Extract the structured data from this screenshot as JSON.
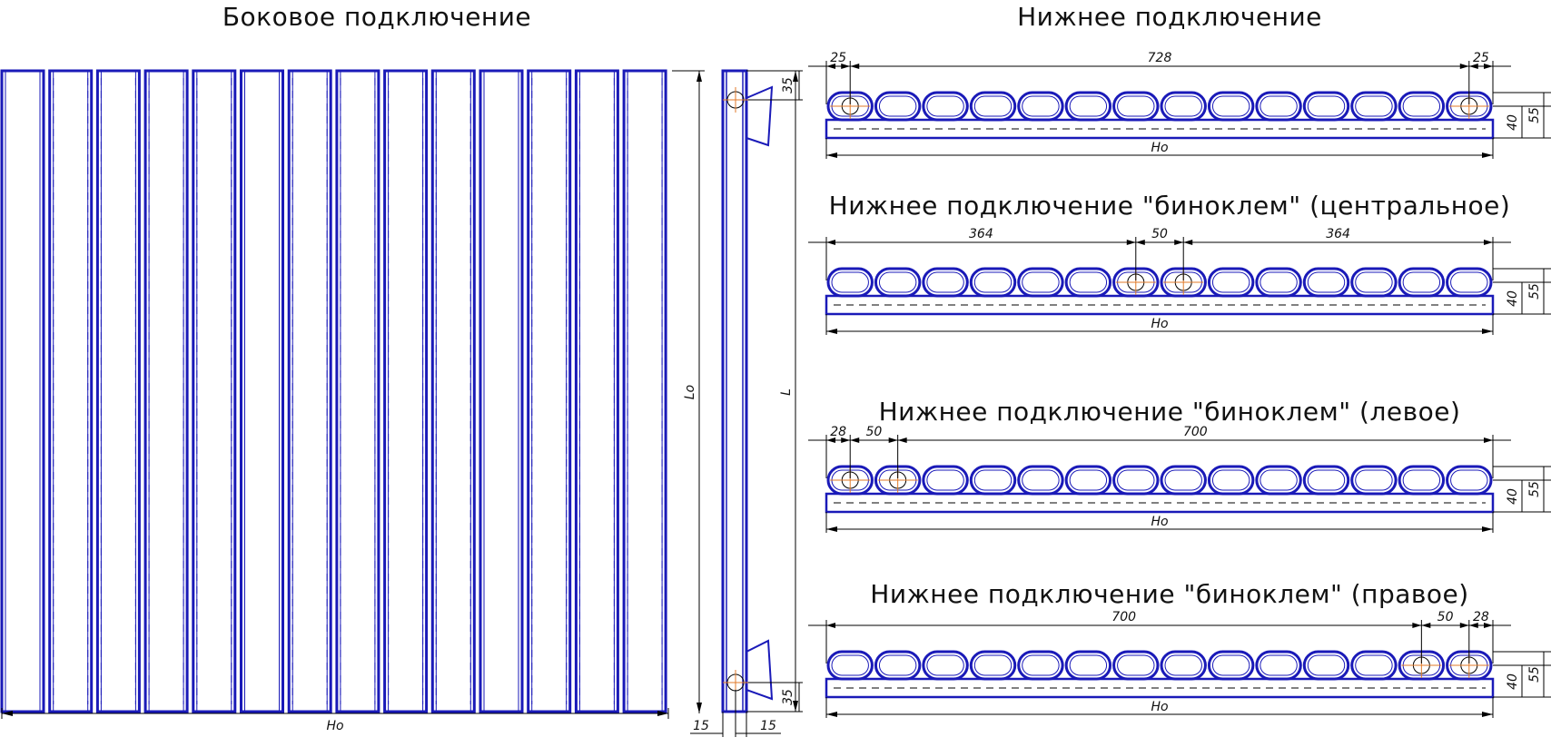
{
  "titles": {
    "side": "Боковое подключение",
    "bottom": "Нижнее подключение",
    "central": "Нижнее подключение \"биноклем\" (центральное)",
    "left": "Нижнее подключение \"биноклем\" (левое)",
    "right": "Нижнее подключение \"биноклем\" (правое)"
  },
  "side_view": {
    "tube_count": 14,
    "dim_width": "Ho",
    "dim_height_inner": "Lo",
    "dim_height_total": "L",
    "dim_top": "35",
    "dim_bottom": "35",
    "dim_offset_left": "15",
    "dim_offset_right": "15"
  },
  "bottom_views": [
    {
      "key": "bottom",
      "tube_count": 14,
      "top_dims": [
        "25",
        "728",
        "25"
      ],
      "right_dims": [
        "40",
        "55"
      ],
      "width_label": "Ho"
    },
    {
      "key": "central",
      "tube_count": 14,
      "top_dims": [
        "364",
        "50",
        "364"
      ],
      "right_dims": [
        "40",
        "55"
      ],
      "width_label": "Ho"
    },
    {
      "key": "left",
      "tube_count": 14,
      "top_dims": [
        "28",
        "50",
        "700"
      ],
      "right_dims": [
        "40",
        "55"
      ],
      "width_label": "Ho"
    },
    {
      "key": "right",
      "tube_count": 14,
      "top_dims": [
        "700",
        "50",
        "28"
      ],
      "right_dims": [
        "40",
        "55"
      ],
      "width_label": "Ho"
    }
  ],
  "colors": {
    "outline": "#1a1ab8",
    "dimension": "#000000",
    "centerline": "#e07a2a"
  }
}
